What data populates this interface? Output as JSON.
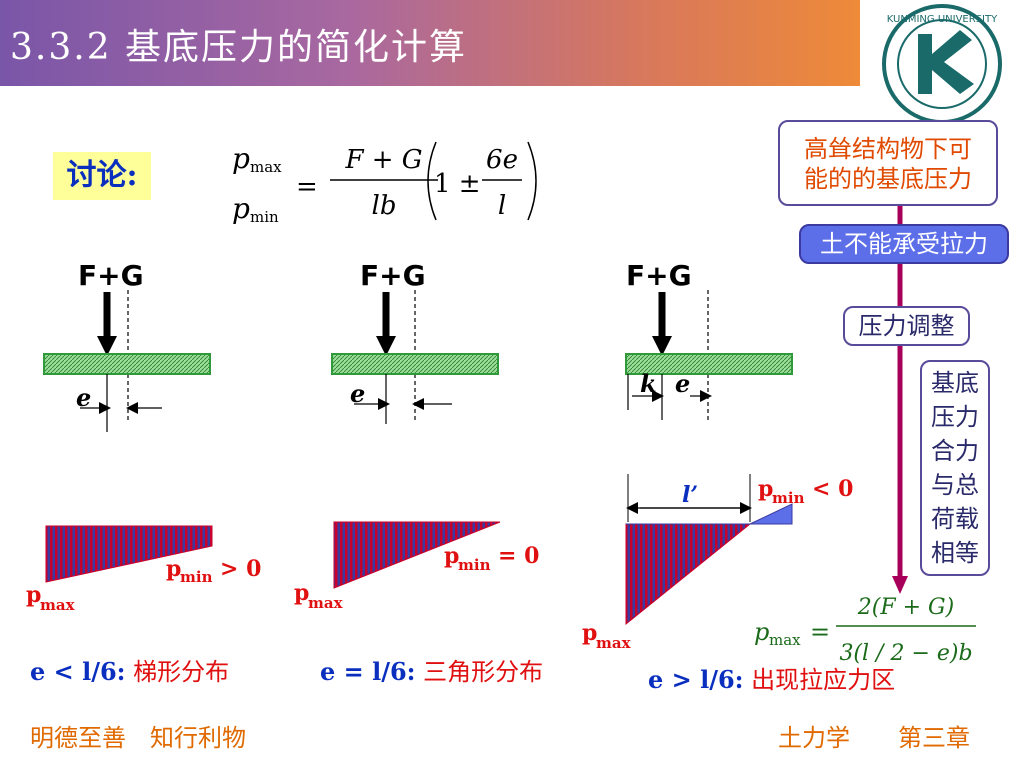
{
  "header": {
    "title": "3.3.2 基底压力的简化计算"
  },
  "discussion_label": "讨论:",
  "formula": {
    "p": "p",
    "sub_max": "max",
    "sub_min": "min",
    "eq": "=",
    "numerator": "F + G",
    "denominator": "lb",
    "paren_left": "1 ±",
    "frac2_num": "6e",
    "frac2_den": "l"
  },
  "load_label": "F+G",
  "e_label": "e",
  "k_label": "k",
  "lprime_label": "l’",
  "pmax_label": "p",
  "pmax_sub": "max",
  "pmin_sub": "min",
  "cond_gt": "> 0",
  "cond_eq": "= 0",
  "cond_lt": "< 0",
  "cases": [
    {
      "cond": "e < l/6:",
      "desc": "梯形分布"
    },
    {
      "cond": "e = l/6:",
      "desc": "三角形分布"
    },
    {
      "cond": "e > l/6:",
      "desc": "出现拉应力区"
    }
  ],
  "side": {
    "note": [
      "高耸结构物下可",
      "能的的基底压力"
    ],
    "no_tension": "土不能承受拉力",
    "adjust": "压力调整",
    "equal": [
      "基底",
      "压力",
      "合力",
      "与总",
      "荷载",
      "相等"
    ]
  },
  "formula2": {
    "p": "p",
    "sub": "max",
    "eq": "=",
    "numerator": "2(F + G)",
    "denominator": "3(l / 2 − e)b"
  },
  "footer": {
    "left": "明德至善　知行利物",
    "right": "土力学　　第三章"
  },
  "logo_text": "KUNMING UNIVERSITY",
  "colors": {
    "accent_blue": "#0a2fbf",
    "red": "#e01010",
    "orange": "#e06a00",
    "purple_arrow": "#a8005a",
    "footing_green": "#2e9a3a"
  }
}
